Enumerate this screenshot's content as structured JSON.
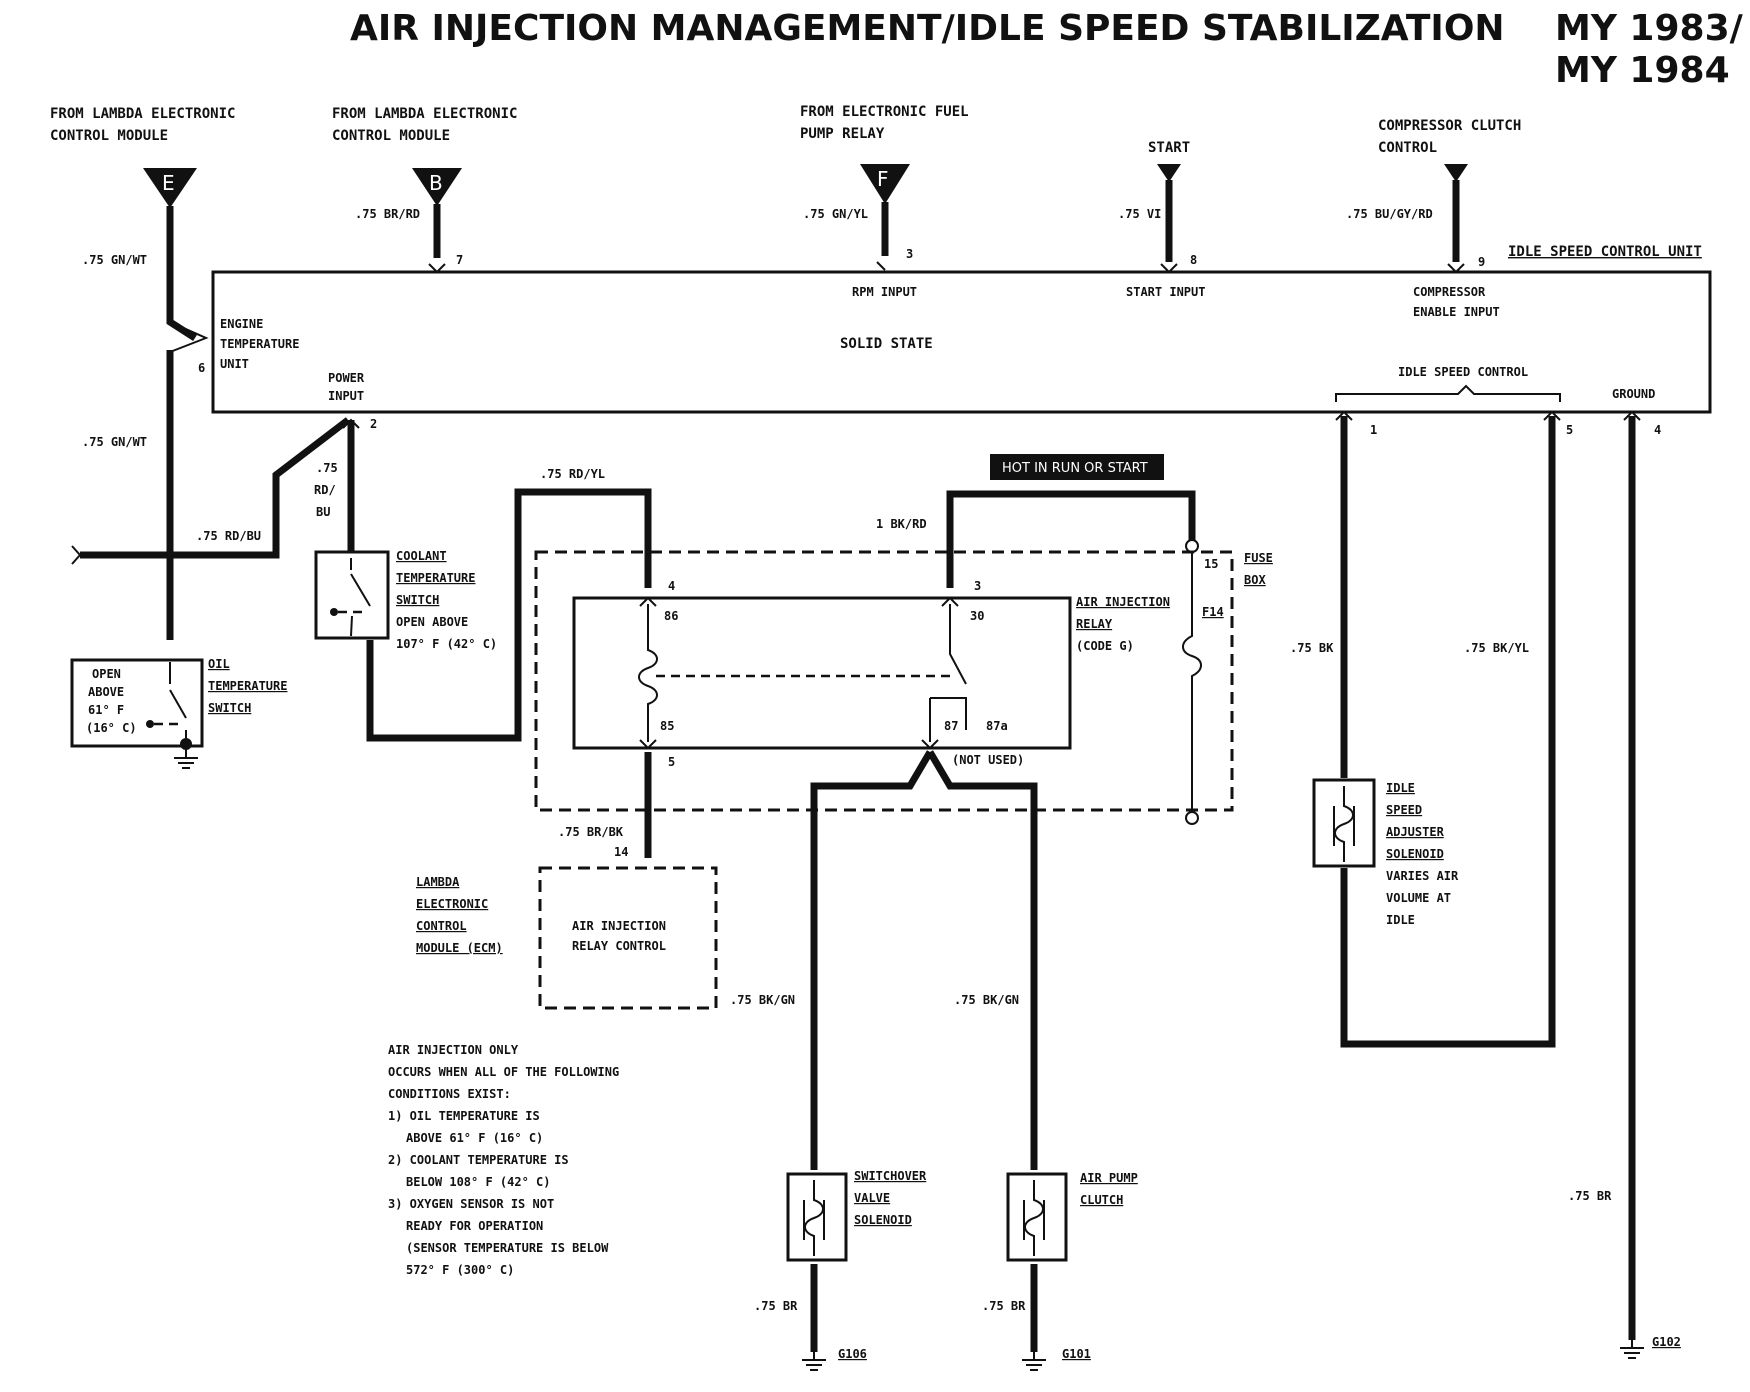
{
  "title": "AIR INJECTION MANAGEMENT/IDLE SPEED STABILIZATION",
  "model_year": [
    "MY 1983/",
    "MY 1984"
  ],
  "connectors": {
    "E": {
      "letter": "E",
      "source": [
        "FROM LAMBDA ELECTRONIC",
        "CONTROL MODULE"
      ]
    },
    "B": {
      "letter": "B",
      "source": [
        "FROM LAMBDA ELECTRONIC",
        "CONTROL MODULE"
      ]
    },
    "F": {
      "letter": "F",
      "source": [
        "FROM ELECTRONIC FUEL",
        "PUMP RELAY"
      ]
    },
    "start": {
      "source": "START"
    },
    "comp": {
      "source": [
        "COMPRESSOR CLUTCH",
        "CONTROL"
      ]
    }
  },
  "wires": {
    "gnwt_top": ".75 GN/WT",
    "gnwt_mid": ".75 GN/WT",
    "brrd": ".75 BR/RD",
    "gnyl": ".75 GN/YL",
    "vi": ".75 VI",
    "bugyrd": ".75 BU/GY/RD",
    "rdbu_h": ".75 RD/BU",
    "rdbu_v": [
      ".75",
      "RD/",
      "BU"
    ],
    "rdyl": ".75 RD/YL",
    "bkrd": "1 BK/RD",
    "brbk": ".75 BR/BK",
    "bkgn1": ".75 BK/GN",
    "bkgn2": ".75 BK/GN",
    "br1": ".75 BR",
    "br2": ".75 BR",
    "br3": ".75 BR",
    "bk": ".75 BK",
    "bkyl": ".75 BK/YL"
  },
  "control_unit": {
    "name": "IDLE SPEED CONTROL UNIT",
    "core": "SOLID STATE",
    "engine_temp": [
      "ENGINE",
      "TEMPERATURE",
      "UNIT"
    ],
    "power_input": [
      "POWER",
      "INPUT"
    ],
    "rpm_input": "RPM INPUT",
    "start_input": "START INPUT",
    "comp_input": [
      "COMPRESSOR",
      "ENABLE INPUT"
    ],
    "idle_ctrl": "IDLE SPEED CONTROL",
    "ground": "GROUND",
    "pins": {
      "p7": "7",
      "p3": "3",
      "p8": "8",
      "p9": "9",
      "p6": "6",
      "p2": "2",
      "p1": "1",
      "p5": "5",
      "p4": "4"
    }
  },
  "hot_label": "HOT IN RUN OR START",
  "fuse_box": {
    "name": [
      "FUSE",
      "BOX"
    ],
    "fuse": "F14",
    "pin": "15"
  },
  "relay": {
    "name": [
      "AIR INJECTION",
      "RELAY"
    ],
    "code": "(CODE G)",
    "pins": {
      "p4": "4",
      "p3": "3",
      "p86": "86",
      "p30": "30",
      "p85": "85",
      "p87": "87",
      "p87a": "87a",
      "p5": "5"
    },
    "not_used": "(NOT USED)"
  },
  "coolant_switch": {
    "name": [
      "COOLANT",
      "TEMPERATURE",
      "SWITCH"
    ],
    "desc": [
      "OPEN ABOVE",
      "107° F (42° C)"
    ]
  },
  "oil_switch": {
    "name": [
      "OIL",
      "TEMPERATURE",
      "SWITCH"
    ],
    "inner": [
      "OPEN",
      "ABOVE",
      "61° F",
      "(16° C)"
    ]
  },
  "ecm": {
    "name": [
      "LAMBDA",
      "ELECTRONIC",
      "CONTROL",
      "MODULE (ECM)"
    ],
    "inner": [
      "AIR INJECTION",
      "RELAY CONTROL"
    ],
    "pin": "14"
  },
  "idle_solenoid": {
    "name": [
      "IDLE",
      "SPEED",
      "ADJUSTER",
      "SOLENOID"
    ],
    "desc": [
      "VARIES AIR",
      "VOLUME AT",
      "IDLE"
    ]
  },
  "switchover": {
    "name": [
      "SWITCHOVER",
      "VALVE",
      "SOLENOID"
    ]
  },
  "air_pump": {
    "name": [
      "AIR PUMP",
      "CLUTCH"
    ]
  },
  "grounds": {
    "g106": "G106",
    "g101": "G101",
    "g102": "G102"
  },
  "notes": [
    "AIR INJECTION ONLY",
    "OCCURS WHEN ALL OF THE FOLLOWING",
    "CONDITIONS EXIST:",
    "1) OIL TEMPERATURE IS",
    "ABOVE 61° F (16° C)",
    "2) COOLANT TEMPERATURE IS",
    "BELOW 108° F (42° C)",
    "3) OXYGEN SENSOR IS NOT",
    "READY FOR OPERATION",
    "(SENSOR TEMPERATURE IS BELOW",
    "572° F (300° C)"
  ]
}
